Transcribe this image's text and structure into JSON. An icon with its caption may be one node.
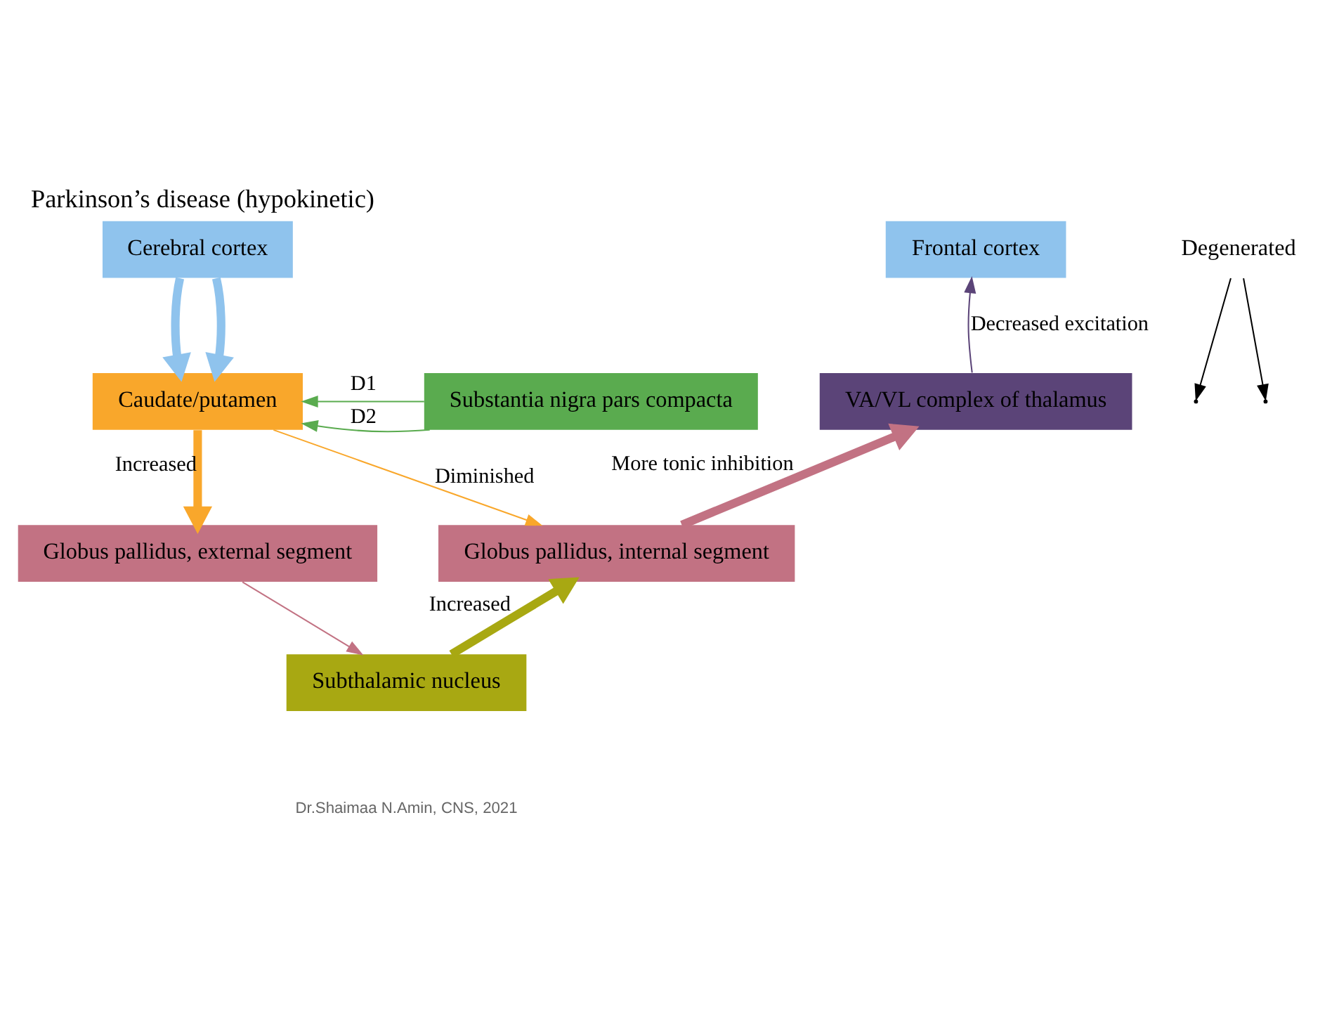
{
  "diagram": {
    "title": "Parkinson’s disease (hypokinetic)",
    "nodes": [
      {
        "text": [
          "Cerebral cortex"
        ]
      },
      {
        "text": [
          "Frontal cortex"
        ]
      },
      {
        "text": [
          "Substantia nigra pars compacta"
        ]
      },
      {
        "text": [
          "Caudate/putamen"
        ]
      },
      {
        "text": [
          "VA/VL complex of thalamus"
        ]
      },
      {
        "text": [
          "Globus pallidus, external segment"
        ]
      },
      {
        "text": [
          "Globus pallidus, internal segment"
        ]
      },
      {
        "text": [
          "Subthalamic nucleus"
        ]
      },
      {
        "text": [
          "Degenerated"
        ]
      }
    ],
    "edges": [
      {
        "from": 0,
        "to": 3,
        "arrow": "to",
        "style": "thick",
        "color": "#8fc3ed"
      },
      {
        "from": 0,
        "to": 3,
        "arrow": "to",
        "style": "thick",
        "color": "#8fc3ed"
      },
      {
        "from": 2,
        "to": 3,
        "arrow": "to",
        "label": "D1",
        "color": "#5aab4f"
      },
      {
        "from": 2,
        "to": 3,
        "arrow": "to",
        "label": "D2",
        "color": "#5aab4f"
      },
      {
        "from": 3,
        "to": 5,
        "arrow": "to",
        "label": "Increased",
        "style": "thick",
        "color": "#f9a72b"
      },
      {
        "from": 3,
        "to": 6,
        "arrow": "to",
        "label": "Diminished",
        "color": "#f9a72b"
      },
      {
        "from": 5,
        "to": 7,
        "arrow": "to",
        "color": "#c27283"
      },
      {
        "from": 7,
        "to": 6,
        "arrow": "to",
        "label": "Increased",
        "style": "thick",
        "color": "#a8a812"
      },
      {
        "from": 6,
        "to": 4,
        "arrow": "to",
        "label": "More tonic inhibition",
        "style": "thick",
        "color": "#c27283"
      },
      {
        "from": 4,
        "to": 1,
        "arrow": "to",
        "label": "Decreased excitation",
        "color": "#5b4478"
      },
      {
        "from": 8,
        "to": null,
        "arrow": "to",
        "color": "#000000"
      },
      {
        "from": 8,
        "to": null,
        "arrow": "to",
        "color": "#000000"
      }
    ],
    "labels": [
      "Dr.Shaimaa N.Amin, CNS, 2021"
    ]
  }
}
